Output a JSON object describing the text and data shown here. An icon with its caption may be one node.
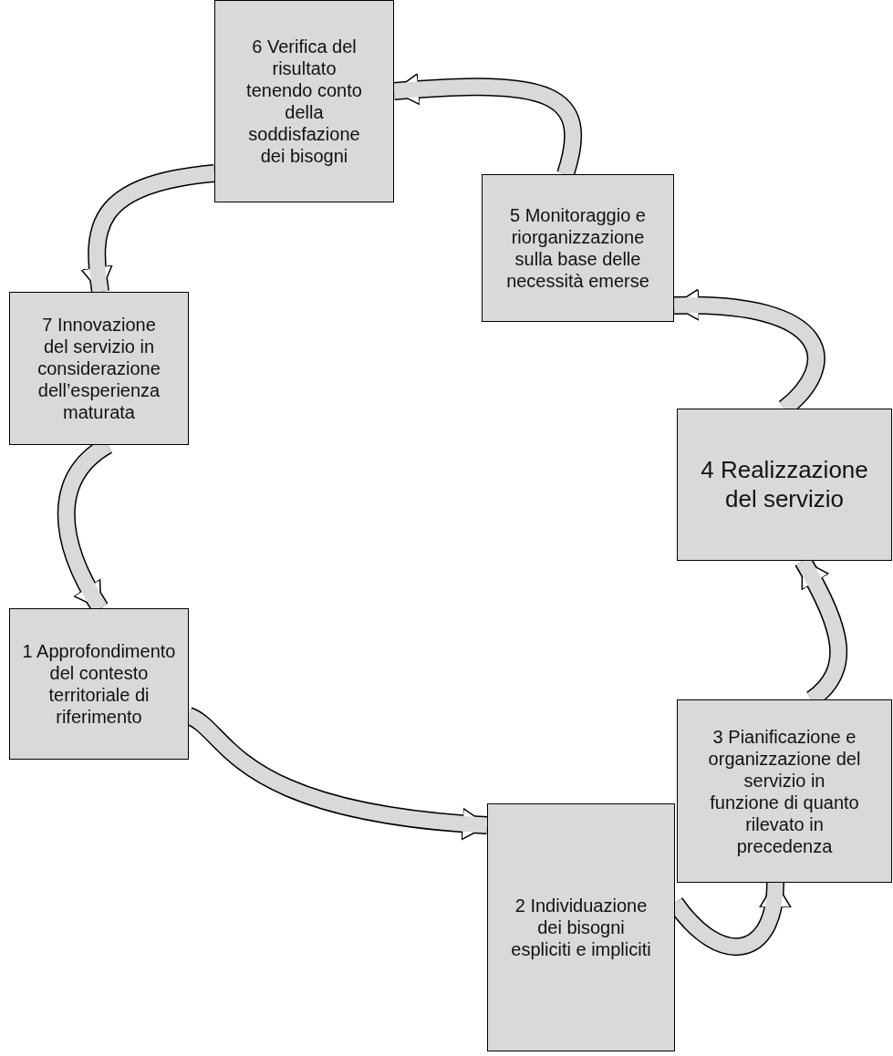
{
  "diagram": {
    "nodes": [
      {
        "text": [
          "1 Approfondimento del contesto territoriale di riferimento"
        ]
      },
      {
        "text": [
          "2 Individuazione dei bisogni espliciti e impliciti"
        ]
      },
      {
        "text": [
          "3 Pianificazione e organizzazione del servizio in funzione di quanto rilevato in precedenza"
        ]
      },
      {
        "text": [
          "4 Realizzazione del servizio"
        ]
      },
      {
        "text": [
          "5 Monitoraggio e riorganizzazione sulla base delle necessità emerse"
        ]
      },
      {
        "text": [
          "6 Verifica del risultato tenendo conto della soddisfazione dei bisogni"
        ]
      },
      {
        "text": [
          "7 Innovazione del servizio in considerazione dell’esperienza maturata"
        ]
      }
    ],
    "edges": [
      {
        "from": 0,
        "to": 1,
        "arrow": "to"
      },
      {
        "from": 1,
        "to": 2,
        "arrow": "to"
      },
      {
        "from": 2,
        "to": 3,
        "arrow": "to"
      },
      {
        "from": 3,
        "to": 4,
        "arrow": "to"
      },
      {
        "from": 4,
        "to": 5,
        "arrow": "to"
      },
      {
        "from": 5,
        "to": 6,
        "arrow": "to"
      },
      {
        "from": 6,
        "to": 0,
        "arrow": "to"
      }
    ]
  }
}
